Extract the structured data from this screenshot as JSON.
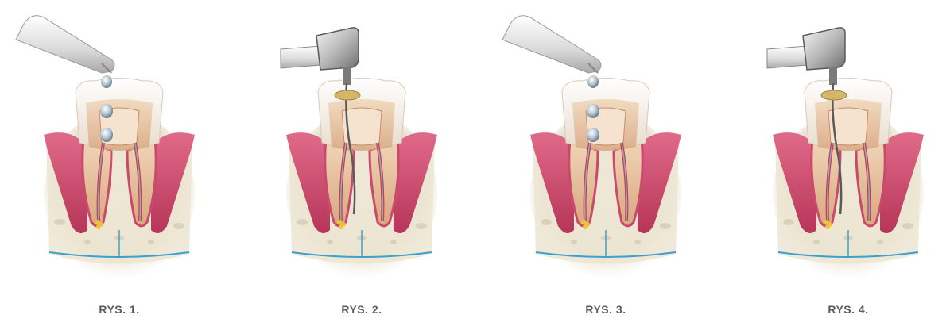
{
  "figures": [
    {
      "caption": "RYS. 1.",
      "instrument": "syringe-irrigation"
    },
    {
      "caption": "RYS. 2.",
      "instrument": "handpiece-file"
    },
    {
      "caption": "RYS. 3.",
      "instrument": "syringe-irrigation"
    },
    {
      "caption": "RYS. 4.",
      "instrument": "handpiece-file"
    }
  ],
  "colors": {
    "gum": "#c94a6a",
    "bone": "#ece6d6",
    "enamel": "#f2ece6",
    "dentin": "#e8c9a8",
    "canal": "#d33a4a",
    "caption": "#5b5b5b"
  }
}
